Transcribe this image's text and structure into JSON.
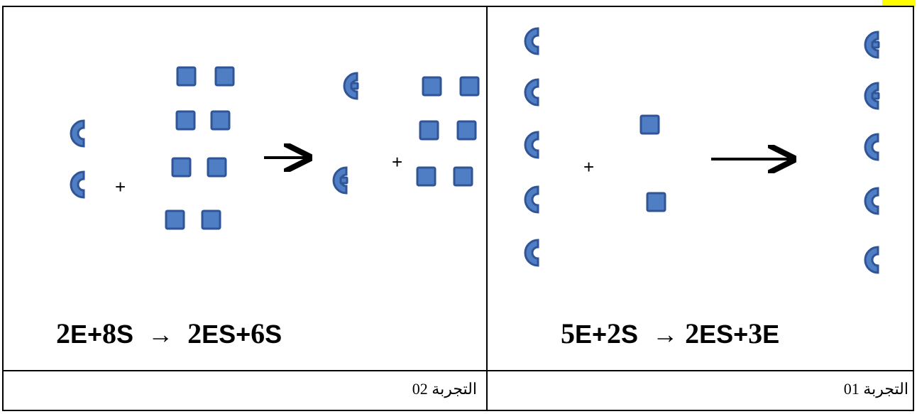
{
  "experiment_left": {
    "caption": "التجربة 02",
    "equation": {
      "lhs_num1": "2",
      "lhs_e": "E",
      "plus1": "+",
      "lhs_num2": "8",
      "lhs_s": "S",
      "arrow": "→",
      "rhs_num1": "2",
      "rhs_es": "ES",
      "plus2": "+",
      "rhs_num2": "6",
      "rhs_s": "S"
    },
    "plus_sign": "+"
  },
  "experiment_right": {
    "caption": "التجربة 01",
    "equation": {
      "lhs_num1": "5",
      "lhs_e": "E",
      "plus1": "+",
      "lhs_num2": "2",
      "lhs_s": "S",
      "arrow": "→",
      "rhs_num1": "2",
      "rhs_es": "ES",
      "plus2": "+",
      "rhs_num2": "3",
      "rhs_s": "E"
    },
    "plus_sign": "+"
  },
  "colors": {
    "enzyme_fill": "#4f7ec4",
    "enzyme_stroke": "#2f5597",
    "substrate_fill": "#4f7ec4",
    "substrate_stroke": "#2f5597",
    "highlight": "#ffff00"
  }
}
